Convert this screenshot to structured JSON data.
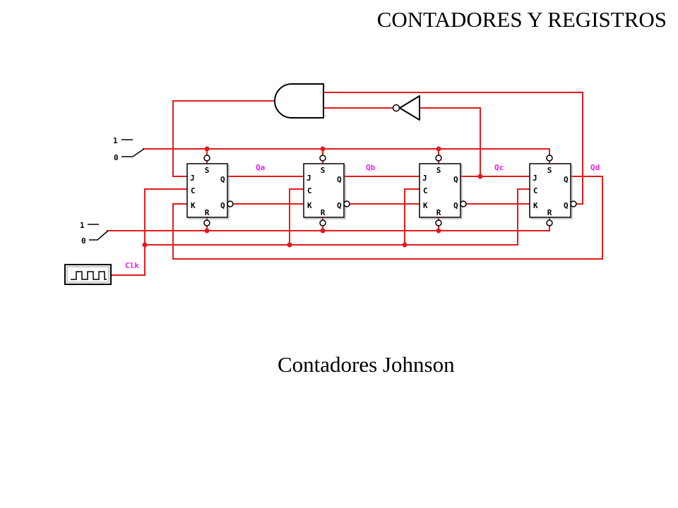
{
  "slide": {
    "title": "CONTADORES Y REGISTROS",
    "caption": "Contadores Johnson"
  },
  "circuit": {
    "flip_flop_pins": {
      "j": "J",
      "c": "C",
      "k": "K",
      "s": "S",
      "r": "R",
      "q": "Q",
      "q_not": "Q"
    },
    "signals": {
      "qa": "Qa",
      "qb": "Qb",
      "qc": "Qc",
      "qd": "Qd",
      "clock": "Clk"
    },
    "switches": [
      {
        "on_label": "1",
        "off_label": "0"
      },
      {
        "on_label": "1",
        "off_label": "0"
      }
    ],
    "colors": {
      "wire": "#e31b1b",
      "signal_label": "#f020f0",
      "component": "#000000"
    },
    "icons": {
      "clock_source": "square-wave-icon",
      "and_gate": "and-gate-icon",
      "inverter": "not-gate-icon"
    }
  }
}
